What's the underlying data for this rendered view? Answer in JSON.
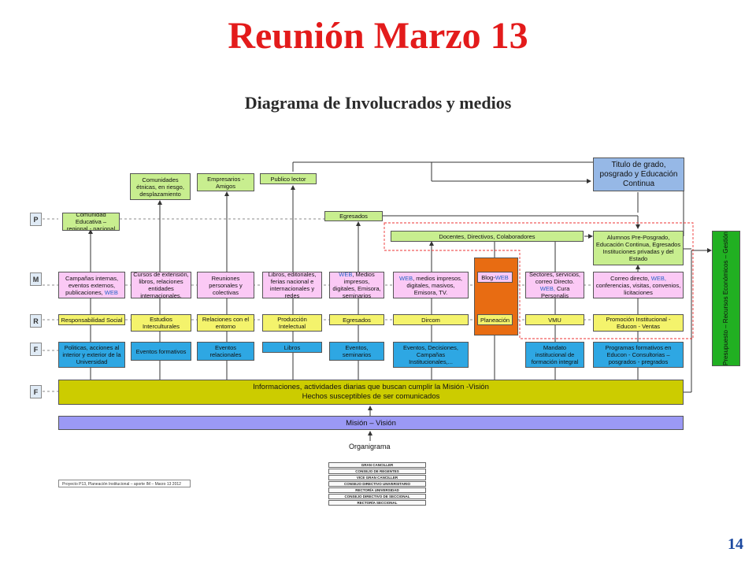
{
  "header": {
    "title": "Reunión Marzo 13",
    "subtitle": "Diagrama de Involucrados y medios",
    "page_number": "14"
  },
  "levels": {
    "p": "P",
    "m": "M",
    "r": "R",
    "f1": "F",
    "f2": "F"
  },
  "top": {
    "comunidades": "Comunidades étnicas, en riesgo, desplazamiento",
    "empresarios": "Empresarios - Amigos",
    "publico": "Publico lector",
    "titulo": "Titulo de grado, posgrado y Educación Continua"
  },
  "p_row": {
    "comunidad": "Comunidad Educativa – regional - nacional",
    "egresados": "Egresados",
    "docentes": "Docentes, Directivos, Colaboradores",
    "alumnos": "Alumnos Pre-Posgrado, Educación Continua, Egresados Instituciones privadas y del Estado"
  },
  "m_row": {
    "campanas": "Campañas internas, eventos externos, publicaciones,",
    "campanas_web": "WEB",
    "cursos": "Cursos de extensión, libros, relaciones entidades internacionales.",
    "reuniones": "Reuniones personales y colectivas",
    "libros": "Libros, editoriales, ferias nacional e internacionales y redes",
    "web_medios_web": "WEB",
    "web_medios": ", Medios impresos, digitales, Emisora, seminarios",
    "web_impresos_web": "WEB",
    "web_impresos": ", medios impresos, digitales, masivos, Emisora, TV.",
    "blog": "Blog-",
    "blog_web": "WEB",
    "sectores": "Sectores, servicios, correo Directo.",
    "sectores_web": "WEB,",
    "sectores_end": "Cura Personalis",
    "correo": "Correo directo,",
    "correo_web": "WEB,",
    "correo_end": "conferencias, visitas, convenios, licitaciones"
  },
  "r_row": {
    "resp": "Responsabilidad Social",
    "estudios": "Estudios Interculturales",
    "relaciones": "Relaciones con el entorno",
    "produccion": "Producción Intelectual",
    "egresados": "Egresados",
    "dircom": "Dircom",
    "planeacion": "Planeación",
    "vmu": "VMU",
    "promocion": "Promoción Institucional - Educon - Ventas"
  },
  "f_row": {
    "politicas": "Politicas, acciones al interior y exterior de la Universidad",
    "eventos_form": "Eventos formativos",
    "eventos_rel": "Eventos relacionales",
    "libros": "Libros",
    "eventos_sem": "Eventos, seminarios",
    "eventos_dec": "Eventos, Decisiones, Campañas Institucionales,...",
    "mandato": "Mandato institucional de formación integral",
    "programas": "Programas formativos en Educon - Consultorias – posgrados - pregrados"
  },
  "info_bar": {
    "line1": "Informaciones, actividades diarias que buscan cumplir la Misión -Visión",
    "line2": "Hechos susceptibles de ser comunicados"
  },
  "mision": "Misión – Visión",
  "organigrama": "Organigrama",
  "presupuesto": "Presupuesto – Recursos Económicos – Gestión Humana",
  "note": "Proyecto P13, Planeación Institucional – aporte IM – Marzo 13 2012",
  "org_rows": [
    "GRAN CANCILLER",
    "CONSEJO DE REGENTES",
    "VICE GRAN CANCILLER",
    "CONSEJO DIRECTIVO UNIVERSITARIO",
    "RECTORÍA UNIVERSIDAD",
    "CONSEJO DIRECTIVO DE SECCIONAL",
    "RECTORÍA SECCIONAL"
  ]
}
